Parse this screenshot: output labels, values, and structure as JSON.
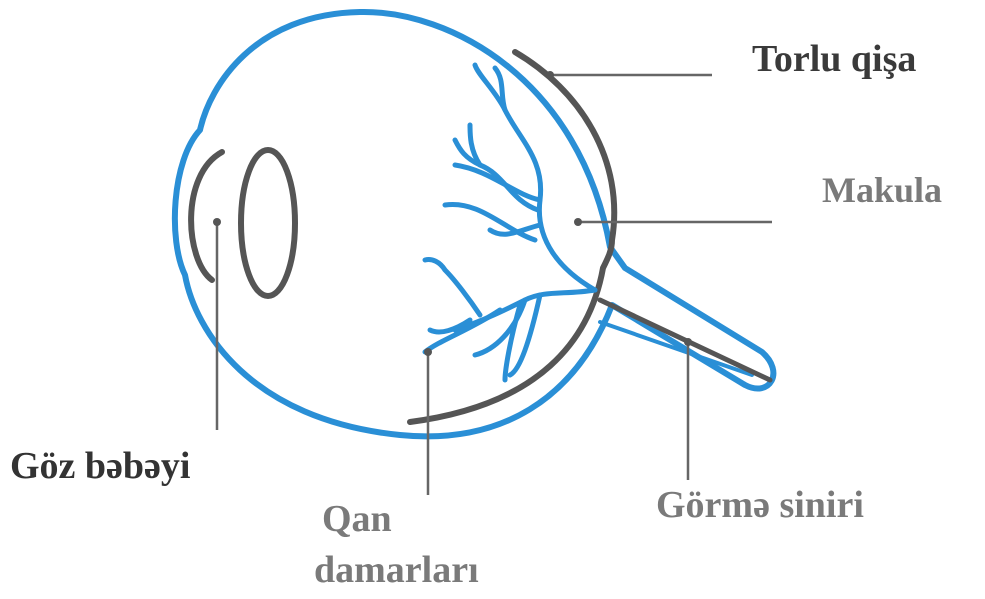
{
  "diagram": {
    "labels": {
      "retina": "Torlu qişa",
      "macula": "Makula",
      "pupil": "Göz bəbəyi",
      "vessels_line1": "Qan",
      "vessels_line2": "damarları",
      "optic_nerve": "Görmə siniri"
    },
    "colors": {
      "outline": "#2a8fd6",
      "retina": "#555555",
      "leader": "#666666",
      "label_dark": "#3a3a3a",
      "label_gray": "#7a7a7a"
    }
  }
}
